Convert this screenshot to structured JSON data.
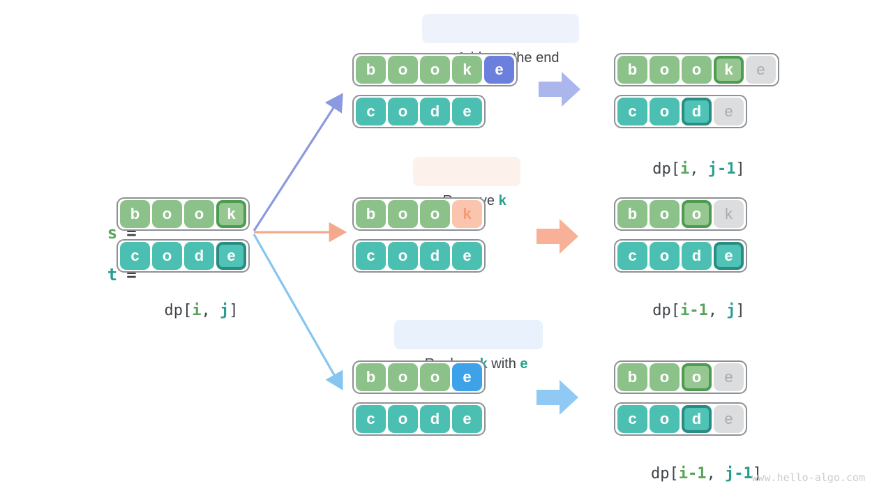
{
  "colors": {
    "cell_green": "#8CC28A",
    "cell_green_highlight_border": "#4E9C52",
    "cell_teal": "#4BBFB2",
    "cell_teal_highlight_border": "#2B8C84",
    "cell_indigo": "#6B7FDD",
    "cell_blue": "#3DA2E8",
    "cell_peach_bg": "#FAC5AC",
    "cell_peach_text": "#F59B7C",
    "cell_gray_bg": "#DCDDDE",
    "cell_gray_text": "#A9ACAE",
    "caption_green": "#57A558",
    "caption_teal": "#2B9D8F",
    "caption_dark": "#3E4448",
    "label_accent": "#26A08D",
    "label_bg_add": "#EEF2FB",
    "label_bg_remove": "#FDF2EB",
    "label_bg_replace": "#E9F2FC",
    "thin_arrow_add": "#8B9AE0",
    "thin_arrow_remove": "#F5A98C",
    "thin_arrow_replace": "#86C5F1",
    "block_arrow_add": "#ABB7EC",
    "block_arrow_remove": "#F8B196",
    "block_arrow_replace": "#90C9F3"
  },
  "left": {
    "s_label": "s",
    "t_label": "t",
    "equals": "=",
    "s_cells": [
      {
        "ch": "b",
        "v": "green"
      },
      {
        "ch": "o",
        "v": "green"
      },
      {
        "ch": "o",
        "v": "green"
      },
      {
        "ch": "k",
        "v": "green-hl"
      }
    ],
    "t_cells": [
      {
        "ch": "c",
        "v": "teal"
      },
      {
        "ch": "o",
        "v": "teal"
      },
      {
        "ch": "d",
        "v": "teal"
      },
      {
        "ch": "e",
        "v": "teal-hl"
      }
    ],
    "caption": [
      {
        "t": "dp[",
        "c": "dark"
      },
      {
        "t": "i",
        "c": "green"
      },
      {
        "t": ", ",
        "c": "dark"
      },
      {
        "t": "j",
        "c": "teal"
      },
      {
        "t": "]",
        "c": "dark"
      }
    ]
  },
  "branches": [
    {
      "label": [
        {
          "t": "Add ",
          "c": "dark"
        },
        {
          "t": "e",
          "c": "accent"
        },
        {
          "t": " at the end",
          "c": "dark"
        }
      ],
      "input_s": [
        {
          "ch": "b",
          "v": "green"
        },
        {
          "ch": "o",
          "v": "green"
        },
        {
          "ch": "o",
          "v": "green"
        },
        {
          "ch": "k",
          "v": "green"
        },
        {
          "ch": "e",
          "v": "indigo"
        }
      ],
      "input_t": [
        {
          "ch": "c",
          "v": "teal"
        },
        {
          "ch": "o",
          "v": "teal"
        },
        {
          "ch": "d",
          "v": "teal"
        },
        {
          "ch": "e",
          "v": "teal"
        }
      ],
      "result_s": [
        {
          "ch": "b",
          "v": "green"
        },
        {
          "ch": "o",
          "v": "green"
        },
        {
          "ch": "o",
          "v": "green"
        },
        {
          "ch": "k",
          "v": "green-hl"
        },
        {
          "ch": "e",
          "v": "gray"
        }
      ],
      "result_t": [
        {
          "ch": "c",
          "v": "teal"
        },
        {
          "ch": "o",
          "v": "teal"
        },
        {
          "ch": "d",
          "v": "teal-hl"
        },
        {
          "ch": "e",
          "v": "gray"
        }
      ],
      "caption": [
        {
          "t": "dp[",
          "c": "dark"
        },
        {
          "t": "i",
          "c": "green"
        },
        {
          "t": ", ",
          "c": "dark"
        },
        {
          "t": "j-1",
          "c": "teal"
        },
        {
          "t": "]",
          "c": "dark"
        }
      ]
    },
    {
      "label": [
        {
          "t": "Remove ",
          "c": "dark"
        },
        {
          "t": "k",
          "c": "accent"
        }
      ],
      "input_s": [
        {
          "ch": "b",
          "v": "green"
        },
        {
          "ch": "o",
          "v": "green"
        },
        {
          "ch": "o",
          "v": "green"
        },
        {
          "ch": "k",
          "v": "peach"
        }
      ],
      "input_t": [
        {
          "ch": "c",
          "v": "teal"
        },
        {
          "ch": "o",
          "v": "teal"
        },
        {
          "ch": "d",
          "v": "teal"
        },
        {
          "ch": "e",
          "v": "teal"
        }
      ],
      "result_s": [
        {
          "ch": "b",
          "v": "green"
        },
        {
          "ch": "o",
          "v": "green"
        },
        {
          "ch": "o",
          "v": "green-hl"
        },
        {
          "ch": "k",
          "v": "gray"
        }
      ],
      "result_t": [
        {
          "ch": "c",
          "v": "teal"
        },
        {
          "ch": "o",
          "v": "teal"
        },
        {
          "ch": "d",
          "v": "teal"
        },
        {
          "ch": "e",
          "v": "teal-hl"
        }
      ],
      "caption": [
        {
          "t": "dp[",
          "c": "dark"
        },
        {
          "t": "i-1",
          "c": "green"
        },
        {
          "t": ", ",
          "c": "dark"
        },
        {
          "t": "j",
          "c": "teal"
        },
        {
          "t": "]",
          "c": "dark"
        }
      ]
    },
    {
      "label": [
        {
          "t": "Replace ",
          "c": "dark"
        },
        {
          "t": "k",
          "c": "accent"
        },
        {
          "t": " with ",
          "c": "dark"
        },
        {
          "t": "e",
          "c": "accent"
        }
      ],
      "input_s": [
        {
          "ch": "b",
          "v": "green"
        },
        {
          "ch": "o",
          "v": "green"
        },
        {
          "ch": "o",
          "v": "green"
        },
        {
          "ch": "e",
          "v": "blue"
        }
      ],
      "input_t": [
        {
          "ch": "c",
          "v": "teal"
        },
        {
          "ch": "o",
          "v": "teal"
        },
        {
          "ch": "d",
          "v": "teal"
        },
        {
          "ch": "e",
          "v": "teal"
        }
      ],
      "result_s": [
        {
          "ch": "b",
          "v": "green"
        },
        {
          "ch": "o",
          "v": "green"
        },
        {
          "ch": "o",
          "v": "green-hl"
        },
        {
          "ch": "e",
          "v": "gray"
        }
      ],
      "result_t": [
        {
          "ch": "c",
          "v": "teal"
        },
        {
          "ch": "o",
          "v": "teal"
        },
        {
          "ch": "d",
          "v": "teal-hl"
        },
        {
          "ch": "e",
          "v": "gray"
        }
      ],
      "caption": [
        {
          "t": "dp[",
          "c": "dark"
        },
        {
          "t": "i-1",
          "c": "green"
        },
        {
          "t": ", ",
          "c": "dark"
        },
        {
          "t": "j-1",
          "c": "teal"
        },
        {
          "t": "]",
          "c": "dark"
        }
      ]
    }
  ],
  "watermark": "www.hello-algo.com"
}
